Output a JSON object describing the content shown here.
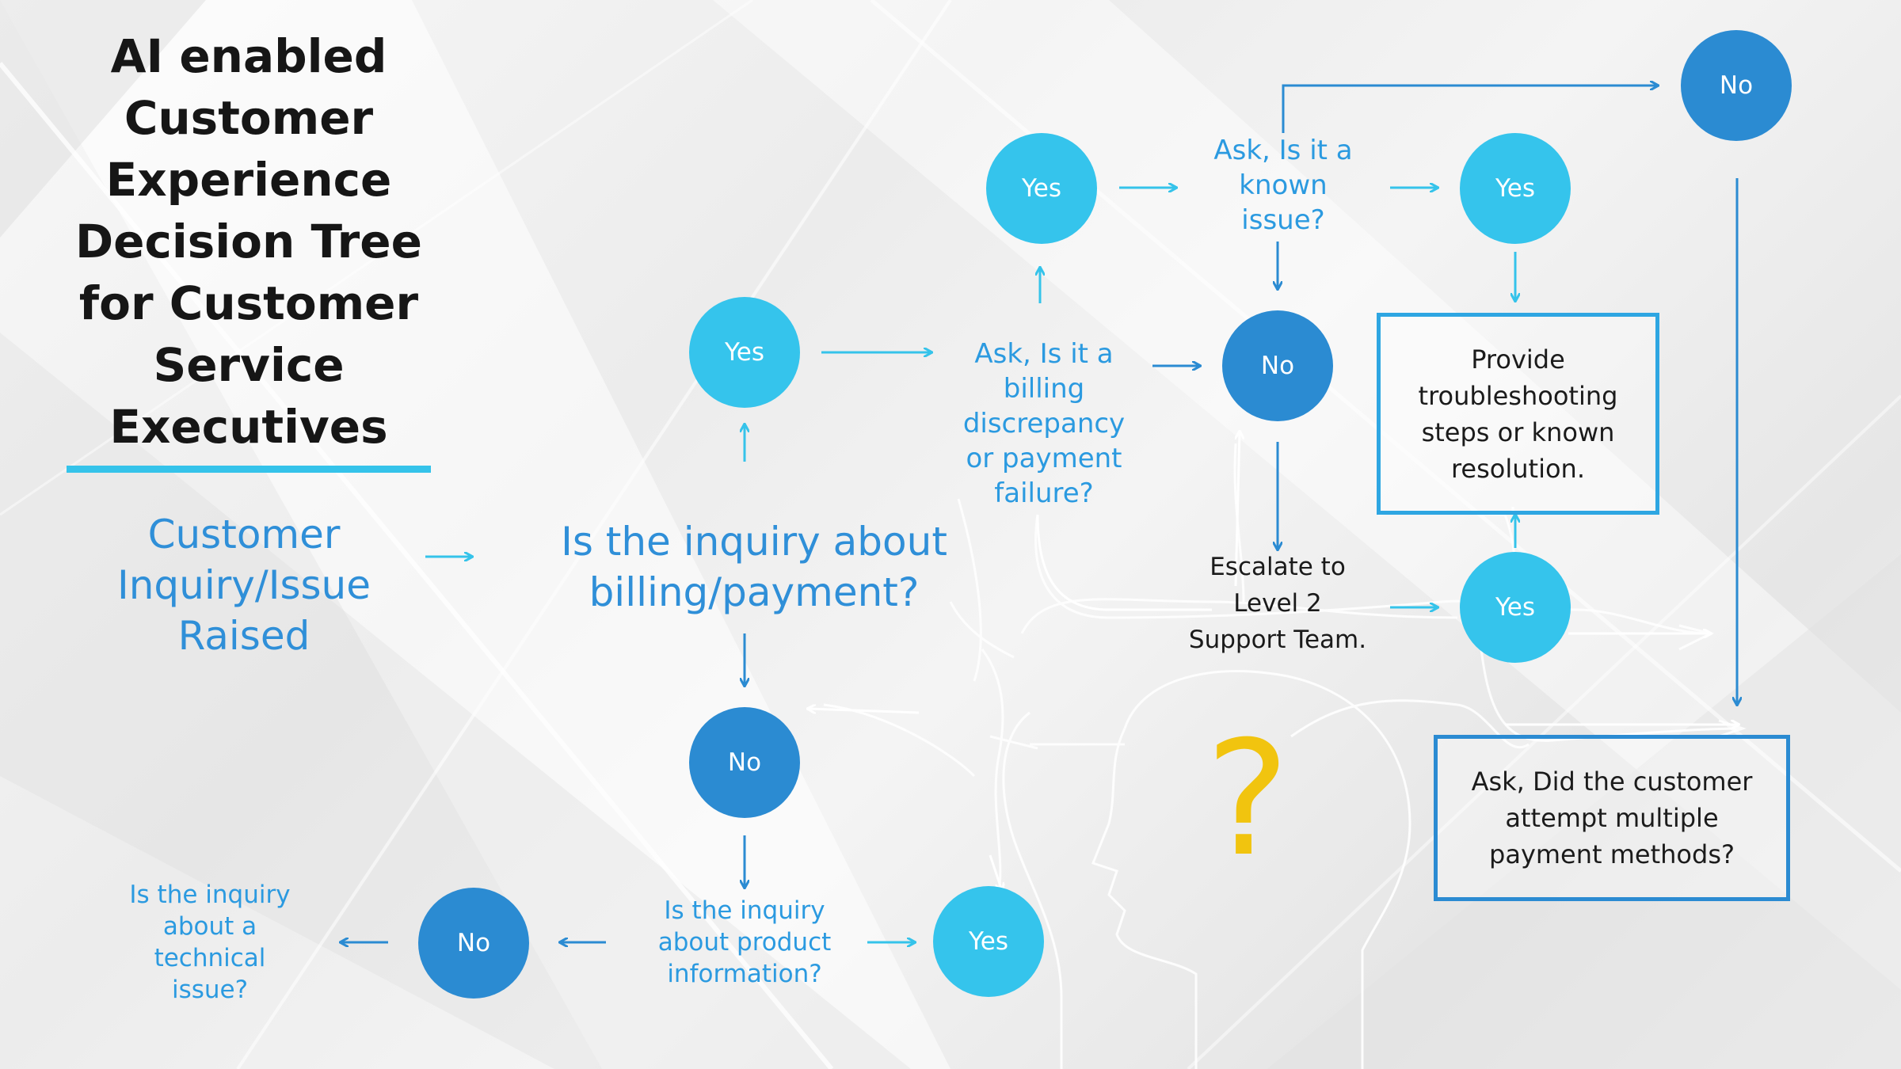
{
  "title": "AI enabled\nCustomer\nExperience\nDecision Tree\nfor Customer\nService\nExecutives",
  "start_label": "Customer\nInquiry/Issue\nRaised",
  "q_billing": "Is the inquiry about\nbilling/payment?",
  "q_discrepancy": "Ask, Is it a\nbilling\ndiscrepancy\nor payment\nfailure?",
  "q_known": "Ask, Is it a\nknown\nissue?",
  "q_product": "Is the inquiry\nabout product\ninformation?",
  "q_technical": "Is the inquiry\nabout a\ntechnical\nissue?",
  "escalate": "Escalate to\nLevel 2\nSupport Team.",
  "box_troubleshoot": "Provide\ntroubleshooting\nsteps or known\nresolution.",
  "box_payment": "Ask, Did the customer\nattempt multiple\npayment methods?",
  "yes": "Yes",
  "no": "No",
  "question_mark": "?",
  "colors": {
    "yes_node": "#35c4ec",
    "no_node": "#2b8bd2",
    "arrow_light": "#35c3ea",
    "arrow_dark": "#2b8bd2",
    "title_text": "#161616",
    "question_mark": "#f1c40f"
  }
}
